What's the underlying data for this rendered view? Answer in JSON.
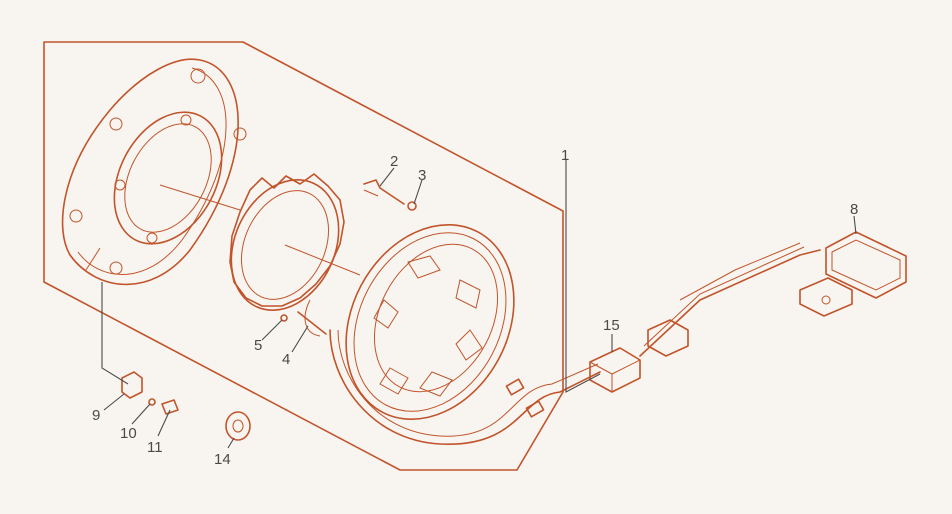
{
  "colors": {
    "line": "#c1542b",
    "label": "#4a4a4a",
    "background": "#f8f5f0"
  },
  "callouts": [
    {
      "id": "1",
      "text": "1"
    },
    {
      "id": "2",
      "text": "2"
    },
    {
      "id": "3",
      "text": "3"
    },
    {
      "id": "4",
      "text": "4"
    },
    {
      "id": "5",
      "text": "5"
    },
    {
      "id": "8",
      "text": "8"
    },
    {
      "id": "9",
      "text": "9"
    },
    {
      "id": "10",
      "text": "10"
    },
    {
      "id": "11",
      "text": "11"
    },
    {
      "id": "14",
      "text": "14"
    },
    {
      "id": "15",
      "text": "15"
    }
  ]
}
